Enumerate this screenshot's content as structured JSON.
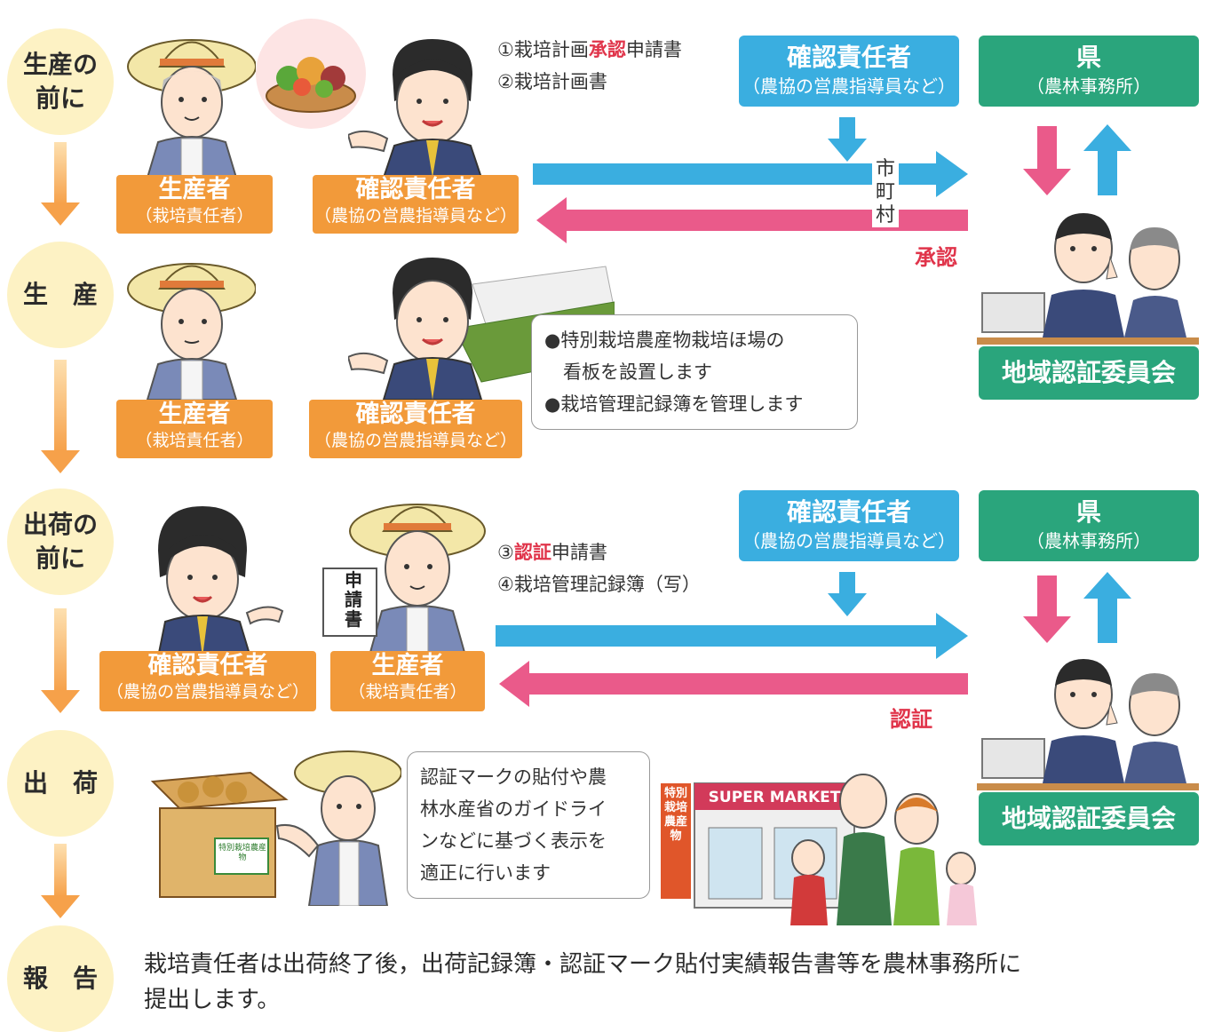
{
  "stages": {
    "s1": "生産の\n前に",
    "s2": "生　産",
    "s3": "出荷の\n前に",
    "s4": "出　荷",
    "s5": "報　告"
  },
  "roles": {
    "producer_title": "生産者",
    "producer_sub": "（栽培責任者）",
    "confirmer_title": "確認責任者",
    "confirmer_sub": "（農協の営農指導員など）"
  },
  "authorities": {
    "pref_title": "県",
    "pref_sub": "（農林事務所）",
    "committee": "地域認証委員会",
    "municipality": "市\n町\n村"
  },
  "docs1": {
    "line1_prefix": "①栽培計画",
    "line1_red": "承認",
    "line1_suffix": "申請書",
    "line2": "②栽培計画書",
    "approval": "承認"
  },
  "docs2": {
    "line1_prefix": "③",
    "line1_red": "認証",
    "line1_suffix": "申請書",
    "line2": "④栽培管理記録簿（写）",
    "certification": "認証"
  },
  "notes": {
    "production": "●特別栽培農産物栽培ほ場の\n　看板を設置します\n●栽培管理記録簿を管理します",
    "shipping": "認証マークの貼付や農\n林水産省のガイドライ\nンなどに基づく表示を\n適正に行います"
  },
  "illustration": {
    "application_doc": "申\n請\n書",
    "supermarket": "SUPER MARKET",
    "banner": "特別栽培農産物",
    "box_label": "特別栽培農産物"
  },
  "report": "栽培責任者は出荷終了後，出荷記録簿・認証マーク貼付実績報告書等を農林事務所に\n提出します。",
  "colors": {
    "orange": "#f29a3a",
    "blue": "#3aaee0",
    "green": "#2aa57c",
    "pink": "#ea5a8a",
    "stage_bg": "#fdf2c4",
    "red_text": "#e0344a"
  }
}
